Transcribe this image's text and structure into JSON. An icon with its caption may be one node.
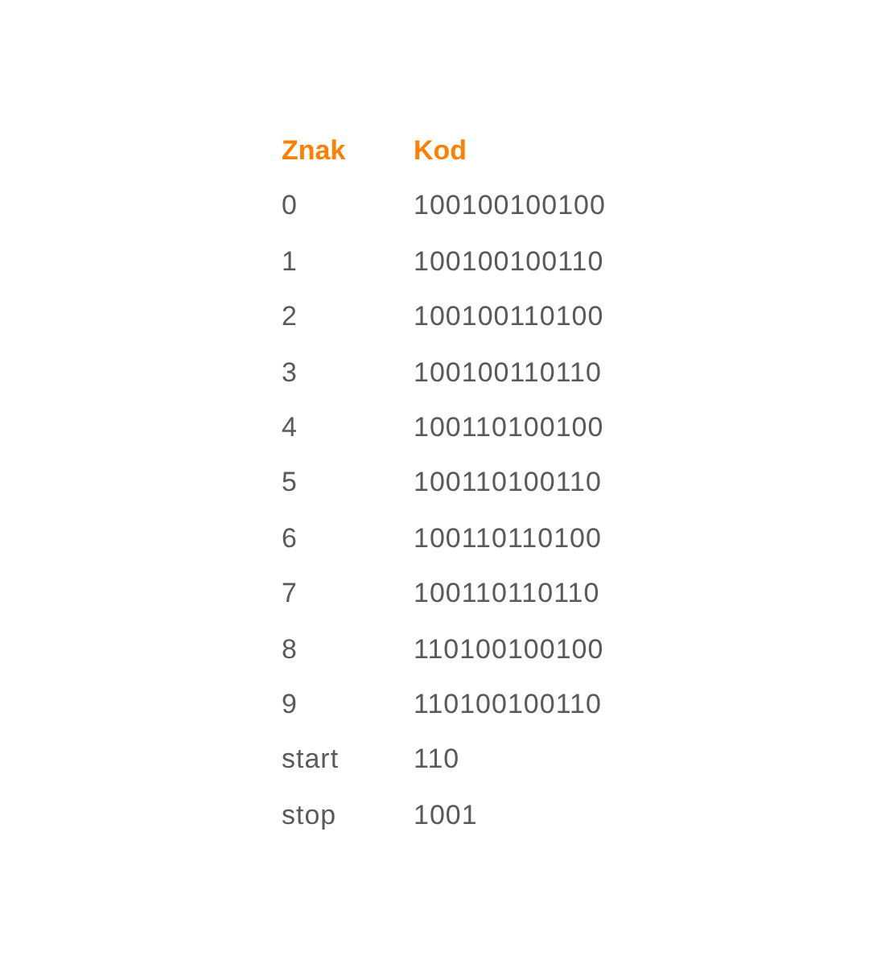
{
  "diagram": {
    "labels": [
      "Znak",
      "Kod",
      "0",
      "100100100100",
      "1",
      "100100100110",
      "2",
      "100100110100",
      "3",
      "100100110110",
      "4",
      "100110100100",
      "5",
      "100110100110",
      "6",
      "100110110100",
      "7",
      "100110110110",
      "8",
      "110100100100",
      "9",
      "110100100110",
      "start",
      "110",
      "stop",
      "1001"
    ]
  }
}
